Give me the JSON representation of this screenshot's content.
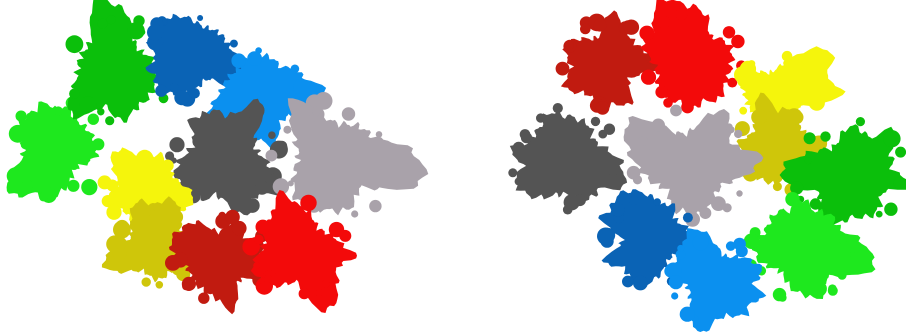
{
  "figures": [
    {
      "id": "left-tiling",
      "tiles": [
        {
          "name": "bright-green",
          "color": "#1ee81e"
        },
        {
          "name": "green",
          "color": "#0bbf0b"
        },
        {
          "name": "dark-blue",
          "color": "#0a63b5"
        },
        {
          "name": "light-blue",
          "color": "#0b90ef"
        },
        {
          "name": "dark-gray",
          "color": "#545454"
        },
        {
          "name": "light-gray",
          "color": "#a9a2aa"
        },
        {
          "name": "yellow",
          "color": "#f5f50c"
        },
        {
          "name": "olive-yellow",
          "color": "#cfc60a"
        },
        {
          "name": "dark-red",
          "color": "#c11b10"
        },
        {
          "name": "red",
          "color": "#f30a0a"
        }
      ]
    },
    {
      "id": "right-tiling",
      "tiles": [
        {
          "name": "dark-gray",
          "color": "#545454"
        },
        {
          "name": "dark-red",
          "color": "#c11b10"
        },
        {
          "name": "red",
          "color": "#f30a0a"
        },
        {
          "name": "yellow",
          "color": "#f5f50c"
        },
        {
          "name": "olive-yellow",
          "color": "#cfc60a"
        },
        {
          "name": "light-gray",
          "color": "#a9a2aa"
        },
        {
          "name": "green",
          "color": "#0bbf0b"
        },
        {
          "name": "bright-green",
          "color": "#1ee81e"
        },
        {
          "name": "dark-blue",
          "color": "#0a63b5"
        },
        {
          "name": "light-blue",
          "color": "#0b90ef"
        }
      ]
    }
  ]
}
